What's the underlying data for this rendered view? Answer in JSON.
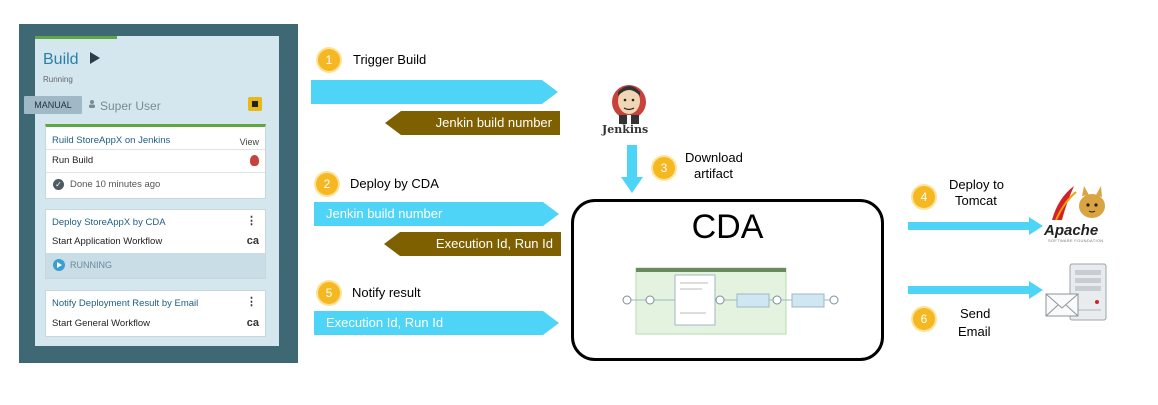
{
  "pipeline": {
    "stage_title": "Build",
    "stage_status": "Running",
    "manual_label": "MANUAL",
    "user": "Super User",
    "tasks": [
      {
        "title": "Ruild StoreAppX on Jenkins",
        "action": "View",
        "subtitle": "Run Build",
        "footer": "Done 10 minutes ago"
      },
      {
        "title": "Deploy StoreAppX by CDA",
        "subtitle": "Start Application Workflow",
        "footer": "RUNNING",
        "badge": "ca"
      },
      {
        "title": "Notify Deployment Result by Email",
        "subtitle": "Start General Workflow",
        "badge": "ca"
      }
    ]
  },
  "steps": [
    {
      "num": "1",
      "label": "Trigger Build"
    },
    {
      "num": "2",
      "label": "Deploy by CDA"
    },
    {
      "num": "3",
      "label_line1": "Download",
      "label_line2": "artifact"
    },
    {
      "num": "4",
      "label_line1": "Deploy to",
      "label_line2": "Tomcat"
    },
    {
      "num": "5",
      "label": "Notify result"
    },
    {
      "num": "6",
      "label_line1": "Send",
      "label_line2": "Email"
    }
  ],
  "arrows": {
    "jenkin_return": "Jenkin build number",
    "deploy_payload": "Jenkin build number",
    "cda_return": "Execution Id, Run Id",
    "notify_payload": "Execution Id, Run Id"
  },
  "cda_label": "CDA",
  "jenkins_label": "Jenkins",
  "apache_label": "Apache",
  "apache_sub": "SOFTWARE FOUNDATION",
  "colors": {
    "panel": "#3e6874",
    "stage_bg": "#d4e7ef",
    "arrow_blue": "#4dd4f6",
    "arrow_brown": "#7f6000",
    "badge": "#f5b822"
  }
}
